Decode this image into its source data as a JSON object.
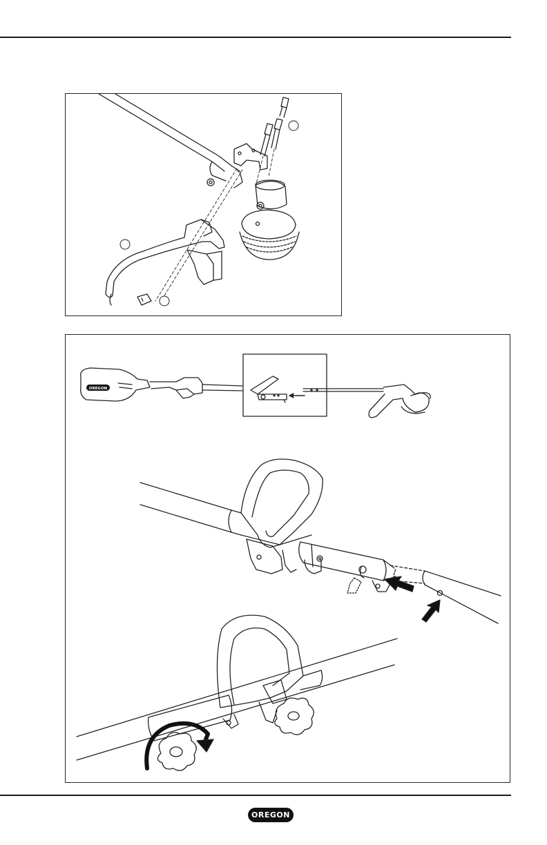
{
  "footer": {
    "brand_logo": "OREGON"
  },
  "figures": [
    {
      "id": "handle-assembly",
      "parts": [
        "handle",
        "clamp",
        "screws",
        "bolt",
        "trimmer-head"
      ]
    },
    {
      "id": "shaft-connection",
      "parts": [
        "power-head",
        "coupler",
        "lower-shaft",
        "knob"
      ],
      "inset_logo": "OREGON"
    }
  ]
}
